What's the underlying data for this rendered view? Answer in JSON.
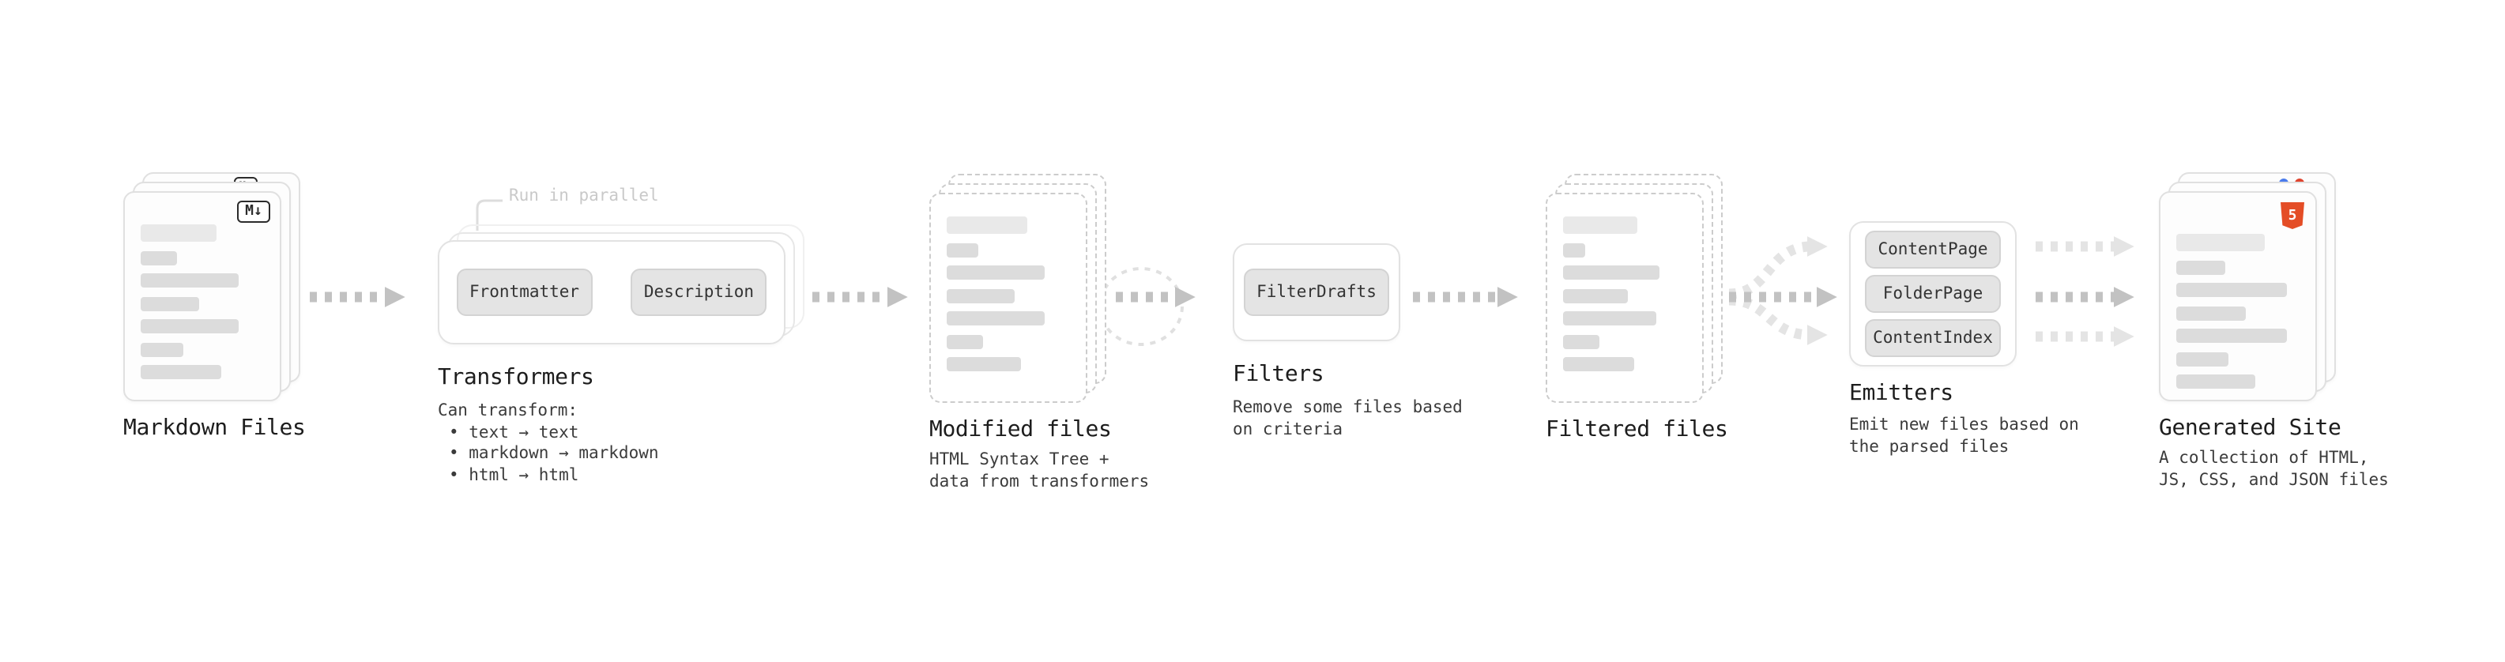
{
  "icons": {
    "markdown_glyph": "M↓",
    "html5_glyph": "5"
  },
  "nodes": {
    "markdown_files": {
      "label": "Markdown Files"
    },
    "transformers": {
      "label": "Transformers",
      "annotation": "Run in parallel",
      "steps": [
        "Frontmatter",
        "Description"
      ],
      "caption_title": "Can transform:",
      "bullets": [
        "• text → text",
        "• markdown → markdown",
        "• html → html"
      ]
    },
    "modified_files": {
      "label": "Modified files",
      "caption": "HTML Syntax Tree +\ndata from transformers"
    },
    "filters": {
      "label": "Filters",
      "items": [
        "FilterDrafts"
      ],
      "caption": "Remove some files based\non criteria"
    },
    "filtered_files": {
      "label": "Filtered files"
    },
    "emitters": {
      "label": "Emitters",
      "items": [
        "ContentPage",
        "FolderPage",
        "ContentIndex"
      ],
      "caption": "Emit new files based on\nthe parsed files"
    },
    "generated_site": {
      "label": "Generated Site",
      "caption": "A collection of HTML,\nJS, CSS, and JSON files"
    }
  },
  "colors": {
    "arrow": "#c2c2c2",
    "arrow_faint": "#e4e4e4",
    "card_border": "#e0e0e0",
    "placeholder_bar": "#dcdcdc",
    "button_bg": "#e4e4e4",
    "annotation_text": "#c9c9c9",
    "html5_orange": "#e44d26",
    "heading_text": "#1d1d1d",
    "body_text": "#3b3b3b"
  }
}
